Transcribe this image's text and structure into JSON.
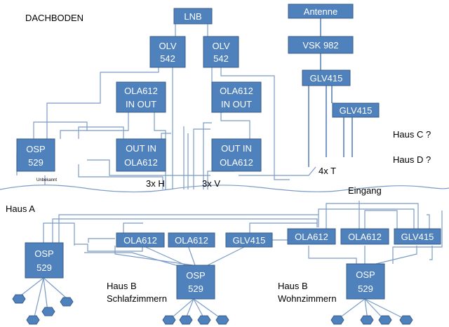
{
  "boxes": {
    "lnb": "LNB",
    "olv_left": [
      "OLV",
      "542"
    ],
    "olv_right": [
      "OLV",
      "542"
    ],
    "antenne": "Antenne",
    "vsk": "VSK 982",
    "glv_top": "GLV415",
    "glv_second": "GLV415",
    "ola_in_out_left": [
      "OLA612",
      "IN OUT"
    ],
    "ola_in_out_right": [
      "OLA612",
      "IN OUT"
    ],
    "osp_dach": [
      "OSP",
      "529"
    ],
    "out_in_left": [
      "OUT IN",
      "OLA612"
    ],
    "out_in_right": [
      "OUT IN",
      "OLA612"
    ],
    "haus_a_ola1": "OLA612",
    "haus_a_ola2": "OLA612",
    "haus_a_glv": "GLV415",
    "eingang_ola1": "OLA612",
    "eingang_ola2": "OLA612",
    "eingang_glv": "GLV415",
    "osp_haus_a": [
      "OSP",
      "529"
    ],
    "osp_schlaf": [
      "OSP",
      "529"
    ],
    "osp_wohn": [
      "OSP",
      "529"
    ]
  },
  "labels": {
    "dachboden": "DACHBODEN",
    "haus_c": "Haus C ?",
    "haus_d": "Haus D ?",
    "four_t": "4x T",
    "three_h": "3x H",
    "three_v": "3x V",
    "unbekannt": "Unbekannt",
    "haus_a": "Haus A",
    "eingang": "Eingang",
    "haus_b_schlaf": [
      "Haus B",
      "Schlafzimmern"
    ],
    "haus_b_wohn": [
      "Haus B",
      "Wohnzimmern"
    ]
  },
  "colors": {
    "box_fill": "#4f81bd",
    "box_stroke": "#385d8a",
    "line": "#7a9bc8"
  }
}
